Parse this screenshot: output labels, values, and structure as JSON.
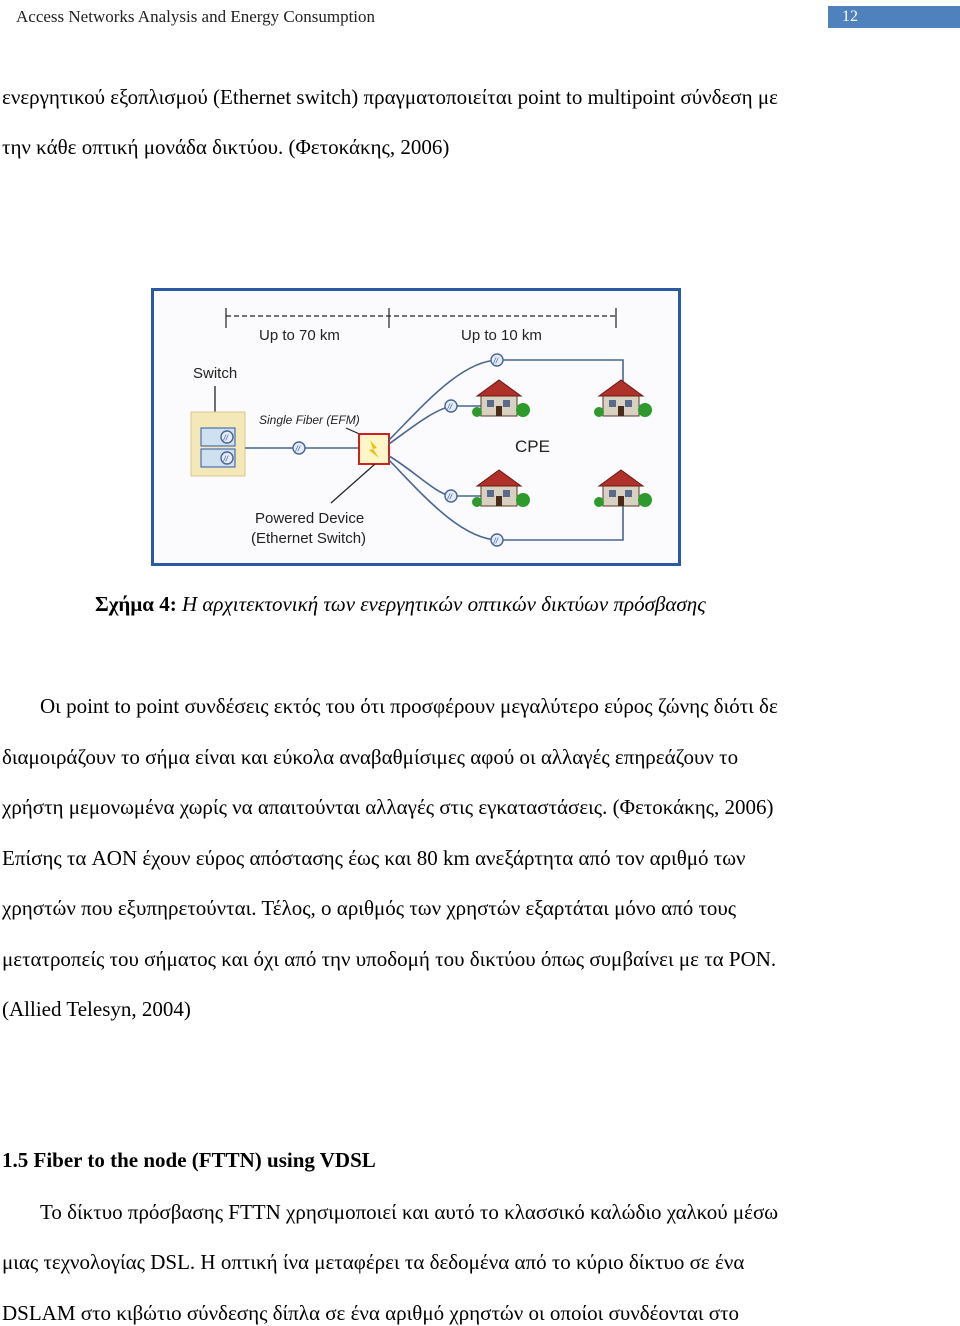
{
  "header": {
    "title": "Access Networks Analysis and Energy Consumption",
    "page_number": "12"
  },
  "intro_lines": [
    "ενεργητικού εξοπλισμού (Ethernet switch) πραγματοποιείται point to multipoint σύνδεση με",
    "την κάθε οπτική μονάδα δικτύου. (Φετοκάκης, 2006)"
  ],
  "figure": {
    "distance_1": "Up to 70 km",
    "distance_2": "Up to 10 km",
    "switch_label": "Switch",
    "fiber_label": "Single Fiber (EFM)",
    "cpe_label": "CPE",
    "device_label_1": "Powered Device",
    "device_label_2": "(Ethernet Switch)",
    "colors": {
      "frame": "#2b59a8",
      "fiber": "#4a6591",
      "house_roof": "#b0302a",
      "house_wall": "#d8d0c0",
      "tree": "#2e9a2e"
    }
  },
  "caption": {
    "label": "Σχήμα 4:",
    "text": "Η αρχιτεκτονική των ενεργητικών οπτικών δικτύων πρόσβασης"
  },
  "paragraph_lines": [
    "Οι point to point συνδέσεις εκτός του ότι προσφέρουν μεγαλύτερο εύρος ζώνης  διότι δε",
    "διαμοιράζουν το σήμα είναι και εύκολα αναβαθμίσιμες αφού οι αλλαγές επηρεάζουν το",
    "χρήστη μεμονωμένα χωρίς να απαιτούνται αλλαγές στις εγκαταστάσεις.  (Φετοκάκης, 2006)",
    "Επίσης τα AON έχουν εύρος απόστασης έως και 80 km ανεξάρτητα από τον αριθμό των",
    "χρηστών που εξυπηρετούνται.  Τέλος, ο αριθμός των χρηστών εξαρτάται μόνο από τους",
    "μετατροπείς του σήματος και όχι από την υποδομή του δικτύου όπως συμβαίνει με τα PON.",
    "(Allied Telesyn, 2004)"
  ],
  "section": {
    "heading": "1.5 Fiber to the node (FTTN) using VDSL",
    "lines": [
      "Το δίκτυο πρόσβασης FTTN χρησιμοποιεί και αυτό το κλασσικό καλώδιο χαλκού μέσω",
      "μιας τεχνολογίας DSL.  Η οπτική ίνα μεταφέρει τα δεδομένα από το κύριο δίκτυο σε ένα",
      "DSLAM στο κιβώτιο σύνδεσης δίπλα σε ένα αριθμό χρηστών οι οποίοι συνδέονται στο"
    ]
  }
}
